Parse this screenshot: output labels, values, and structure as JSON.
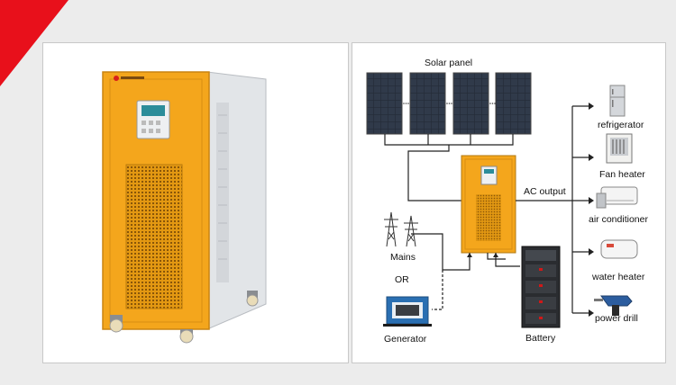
{
  "diagram": {
    "solar_panel": "Solar panel",
    "ac_output": "AC output",
    "mains": "Mains",
    "or": "OR",
    "generator": "Generator",
    "battery": "Battery",
    "loads": [
      "refrigerator",
      "Fan heater",
      "air conditioner",
      "water heater",
      "power drill"
    ]
  },
  "colors": {
    "accent_corner": "#e8101b",
    "inverter_orange": "#f4a61c",
    "inverter_side": "#e6e8ea",
    "panel_cell": "#232a36"
  }
}
